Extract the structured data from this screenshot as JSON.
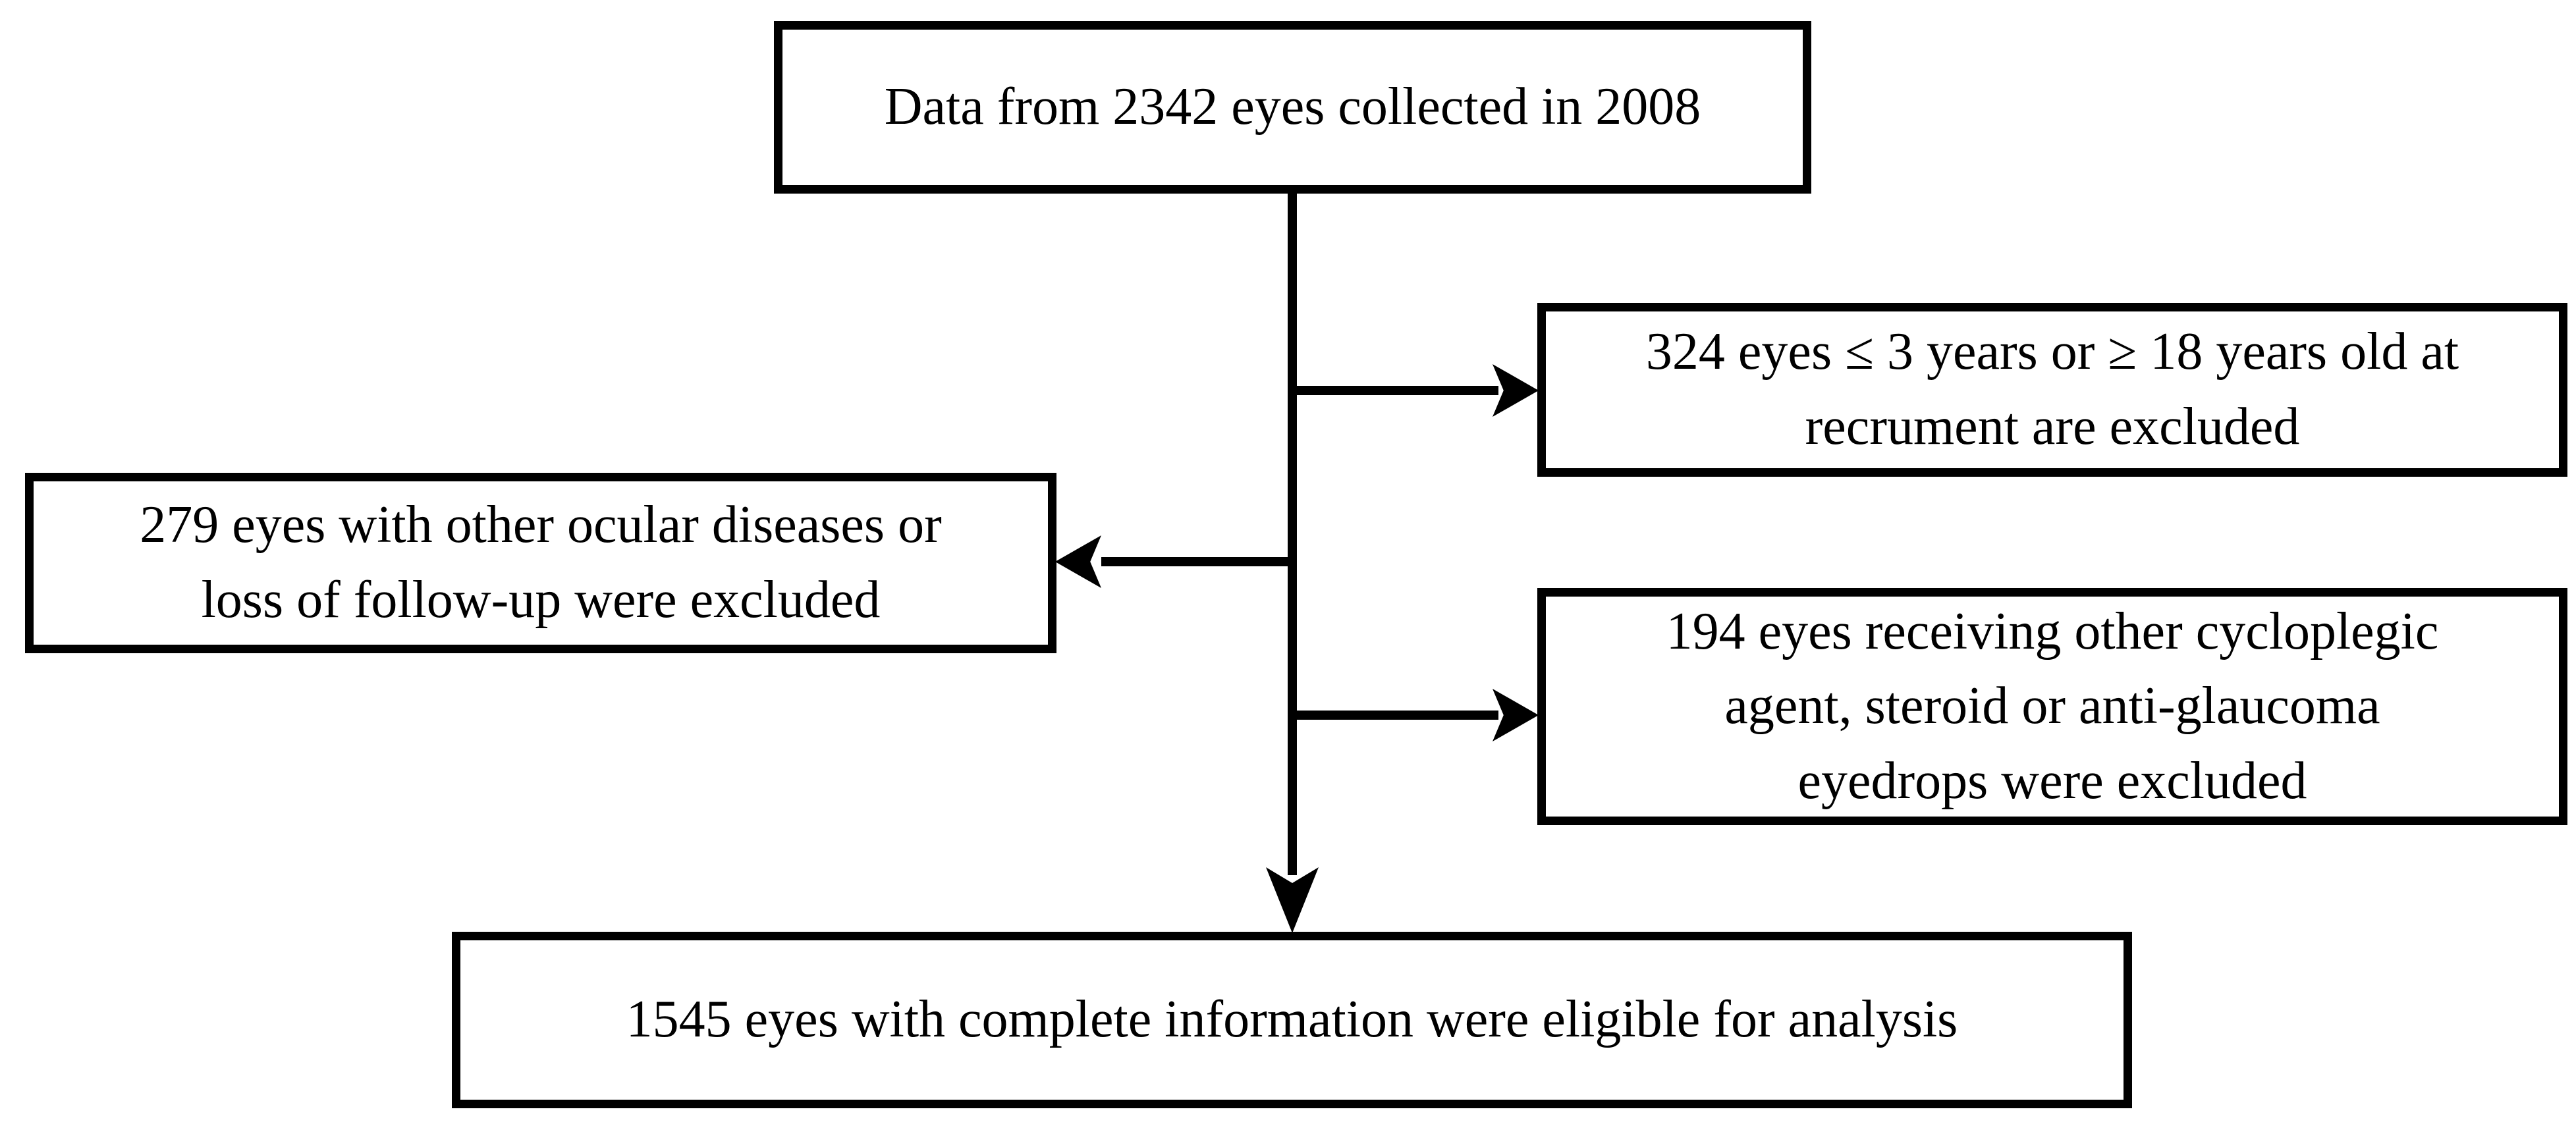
{
  "flowchart": {
    "nodes": {
      "source": {
        "label": "Data from 2342 eyes collected in 2008",
        "lines": [
          "Data from 2342 eyes collected in 2008"
        ]
      },
      "excluded_age": {
        "label": "324 eyes ≤ 3 years or ≥ 18 years old at recrument are excluded",
        "lines": [
          "324 eyes ≤ 3 years or ≥ 18 years old at",
          "recrument are excluded"
        ]
      },
      "excluded_ocular": {
        "label": "279 eyes with other ocular diseases or loss of follow-up were excluded",
        "lines": [
          "279 eyes with other ocular diseases or",
          "loss of follow-up were excluded"
        ]
      },
      "excluded_medication": {
        "label": "194 eyes receiving other cycloplegic agent, steroid or anti-glaucoma eyedrops were excluded",
        "lines": [
          "194 eyes receiving other cycloplegic",
          "agent, steroid or anti-glaucoma",
          "eyedrops were excluded"
        ]
      },
      "eligible": {
        "label": "1545 eyes with complete information were eligible for analysis",
        "lines": [
          "1545 eyes with complete information were eligible for analysis"
        ]
      }
    },
    "colors": {
      "stroke": "#000000",
      "fill": "#ffffff",
      "text": "#000000"
    }
  }
}
